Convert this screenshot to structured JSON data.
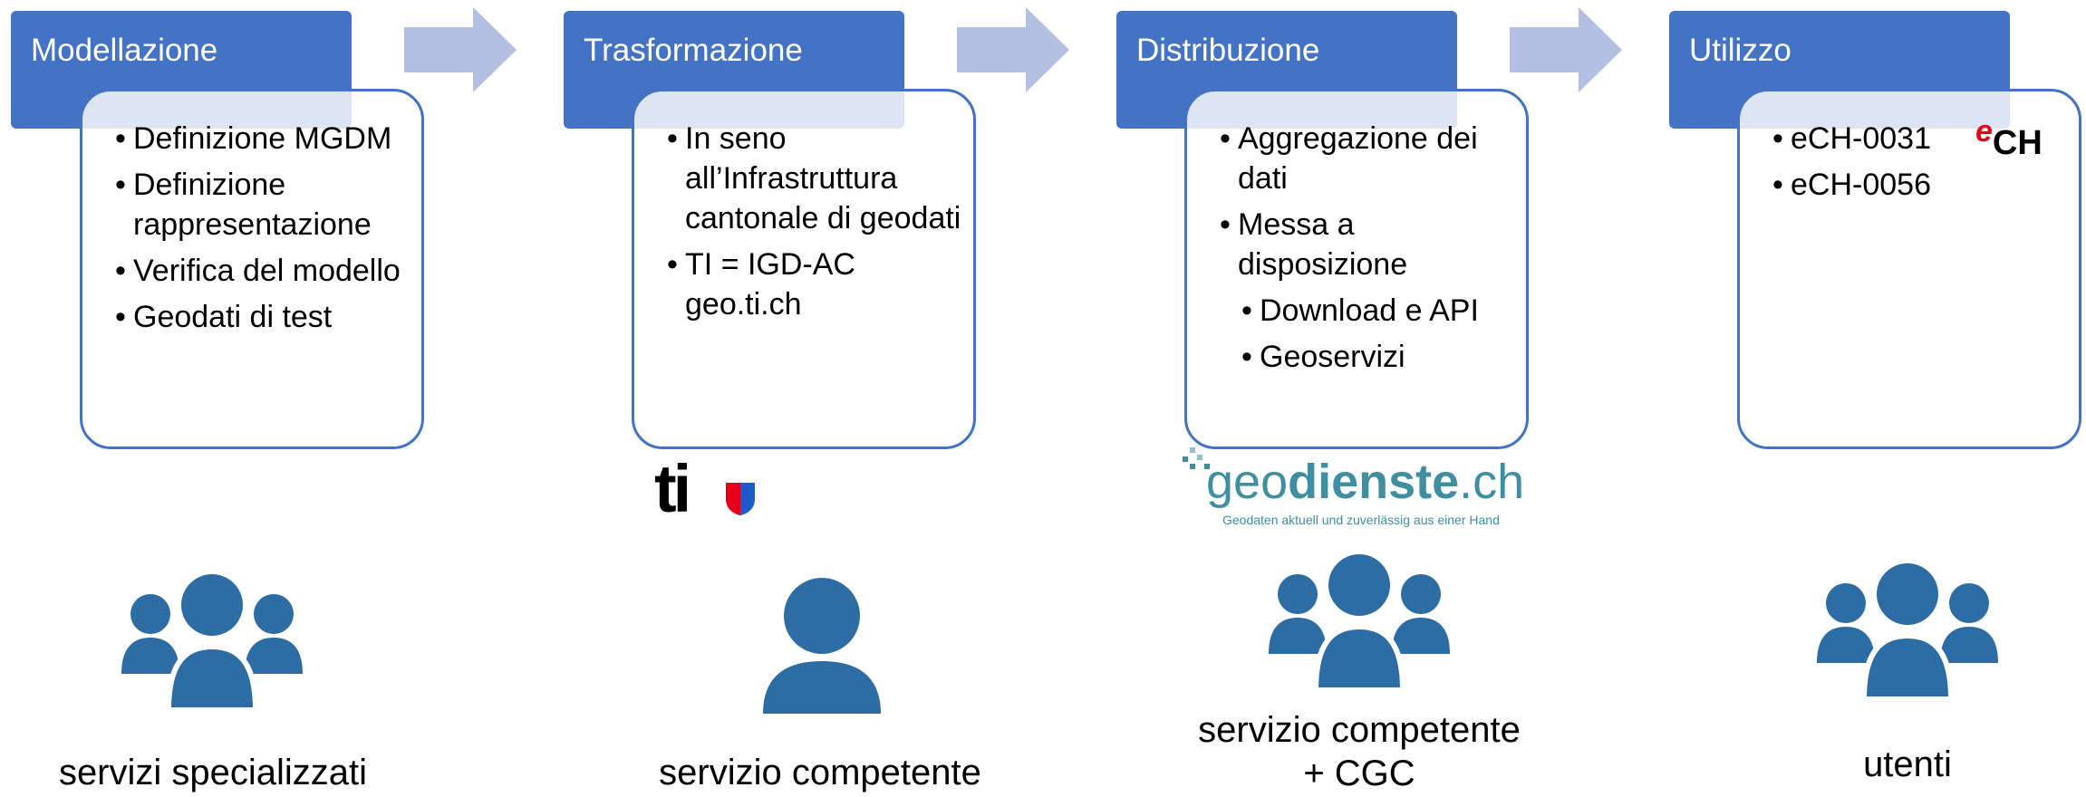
{
  "stages": [
    {
      "title": "Modellazione",
      "bullets": [
        "Definizione MGDM",
        "Definizione rappresentazione",
        "Verifica del modello",
        "Geodati di test"
      ],
      "role": "servizi specializzati"
    },
    {
      "title": "Trasformazione",
      "bullets": [
        "In seno all’Infrastruttura cantonale di geodati",
        "TI = IGD-AC geo.ti.ch"
      ],
      "role": "servizio competente"
    },
    {
      "title": "Distribuzione",
      "bullets": [
        "Aggregazione dei dati",
        "Messa a disposizione"
      ],
      "sub_bullets": [
        "Download e API",
        "Geoservizi"
      ],
      "role_line1": "servizio competente",
      "role_line2": "+ CGC"
    },
    {
      "title": "Utilizzo",
      "bullets": [
        "eCH-0031",
        "eCH-0056"
      ],
      "role": "utenti"
    }
  ],
  "logos": {
    "ti_text": "ti",
    "geodienste_part1": "geo",
    "geodienste_part2": "dienste",
    "geodienste_part3": ".ch",
    "geodienste_tagline": "Geodaten aktuell und zuverlässig aus einer Hand",
    "ech_e": "e",
    "ech_ch": "CH"
  },
  "colors": {
    "header_blue": "#4472c4",
    "arrow_blue": "#b4c0e2",
    "people_blue": "#2e6da4",
    "geodienste_teal": "#3f8fa0",
    "ech_red": "#e2001a"
  }
}
